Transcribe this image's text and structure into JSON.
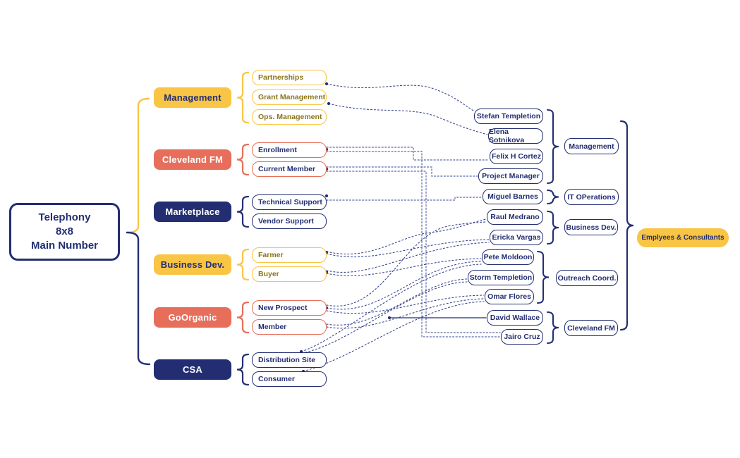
{
  "root": {
    "label": "Telephony\n8x8\nMain Number"
  },
  "colors": {
    "navy": "#232e72",
    "yellow": "#f9c545",
    "salmon": "#e66e5a",
    "line": "#39458e",
    "line_light": "#5d68a8",
    "gold_text": "#8a7619"
  },
  "departments": [
    {
      "label": "Management",
      "color": "#f9c545",
      "text_color": "#232e72",
      "option_text_color": "#8a7619",
      "options": [
        {
          "label": "Partnerships"
        },
        {
          "label": "Grant Management"
        },
        {
          "label": "Ops. Management"
        }
      ]
    },
    {
      "label": "Cleveland FM",
      "color": "#e66e5a",
      "text_color": "#ffffff",
      "option_text_color": "#232e72",
      "options": [
        {
          "label": "Enrollment"
        },
        {
          "label": "Current Member"
        }
      ]
    },
    {
      "label": "Marketplace",
      "color": "#232e72",
      "text_color": "#ffffff",
      "option_text_color": "#232e72",
      "options": [
        {
          "label": "Technical Support"
        },
        {
          "label": "Vendor Support"
        }
      ]
    },
    {
      "label": "Business Dev.",
      "color": "#f9c545",
      "text_color": "#232e72",
      "option_text_color": "#8a7619",
      "options": [
        {
          "label": "Farmer"
        },
        {
          "label": "Buyer"
        }
      ]
    },
    {
      "label": "GoOrganic",
      "color": "#e66e5a",
      "text_color": "#ffffff",
      "option_text_color": "#232e72",
      "options": [
        {
          "label": "New Prospect"
        },
        {
          "label": "Member"
        }
      ]
    },
    {
      "label": "CSA",
      "color": "#232e72",
      "text_color": "#ffffff",
      "option_text_color": "#232e72",
      "options": [
        {
          "label": "Distribution Site"
        },
        {
          "label": "Consumer"
        }
      ]
    }
  ],
  "people": [
    {
      "name": "Stefan Templetion"
    },
    {
      "name": "Elena Sotnikova"
    },
    {
      "name": "Felix H Cortez"
    },
    {
      "name": "Project Manager"
    },
    {
      "name": "Miguel Barnes"
    },
    {
      "name": "Raul Medrano"
    },
    {
      "name": "Ericka Vargas"
    },
    {
      "name": "Pete Moldoon"
    },
    {
      "name": "Storm Templetion"
    },
    {
      "name": "Omar Flores"
    },
    {
      "name": "David Wallace"
    },
    {
      "name": "Jairo Cruz"
    }
  ],
  "teams": [
    {
      "label": "Management"
    },
    {
      "label": "IT OPerations"
    },
    {
      "label": "Business Dev."
    },
    {
      "label": "Outreach Coord."
    },
    {
      "label": "Cleveland FM"
    }
  ],
  "final": {
    "label": "Emplyees & Consultants"
  },
  "connections": [
    {
      "from": "Partnerships",
      "to": "Stefan Templetion",
      "style": "dotted"
    },
    {
      "from": "Grant Management",
      "to": "Elena Sotnikova",
      "style": "dotted"
    },
    {
      "from": "Enrollment",
      "to": "Felix H Cortez",
      "style": "dotted"
    },
    {
      "from": "Enrollment",
      "to": "Jairo Cruz",
      "style": "dotted"
    },
    {
      "from": "Current Member",
      "to": "Project Manager",
      "style": "dotted"
    },
    {
      "from": "Current Member",
      "to": "Jairo Cruz",
      "style": "dotted"
    },
    {
      "from": "Technical Support",
      "to": "Miguel Barnes",
      "style": "dotted"
    },
    {
      "from": "Farmer",
      "to": "Raul Medrano",
      "style": "dotted"
    },
    {
      "from": "Farmer",
      "to": "Ericka Vargas",
      "style": "dotted"
    },
    {
      "from": "Buyer",
      "to": "Ericka Vargas",
      "style": "dotted"
    },
    {
      "from": "Buyer",
      "to": "Pete Moldoon",
      "style": "dotted"
    },
    {
      "from": "New Prospect",
      "to": "Raul Medrano",
      "style": "dotted"
    },
    {
      "from": "New Prospect",
      "to": "Pete Moldoon",
      "style": "dotted"
    },
    {
      "from": "New Prospect",
      "to": "Omar Flores",
      "style": "dotted"
    },
    {
      "from": "Member",
      "to": "Storm Templetion",
      "style": "dotted"
    },
    {
      "from": "Member",
      "to": "Omar Flores",
      "style": "dotted"
    },
    {
      "from": "Member",
      "to": "David Wallace",
      "style": "solid"
    },
    {
      "from": "Distribution Site",
      "to": "Pete Moldoon",
      "style": "dotted"
    },
    {
      "from": "Distribution Site",
      "to": "Storm Templetion",
      "style": "dotted"
    },
    {
      "from": "Consumer",
      "to": "Omar Flores",
      "style": "dotted"
    }
  ]
}
